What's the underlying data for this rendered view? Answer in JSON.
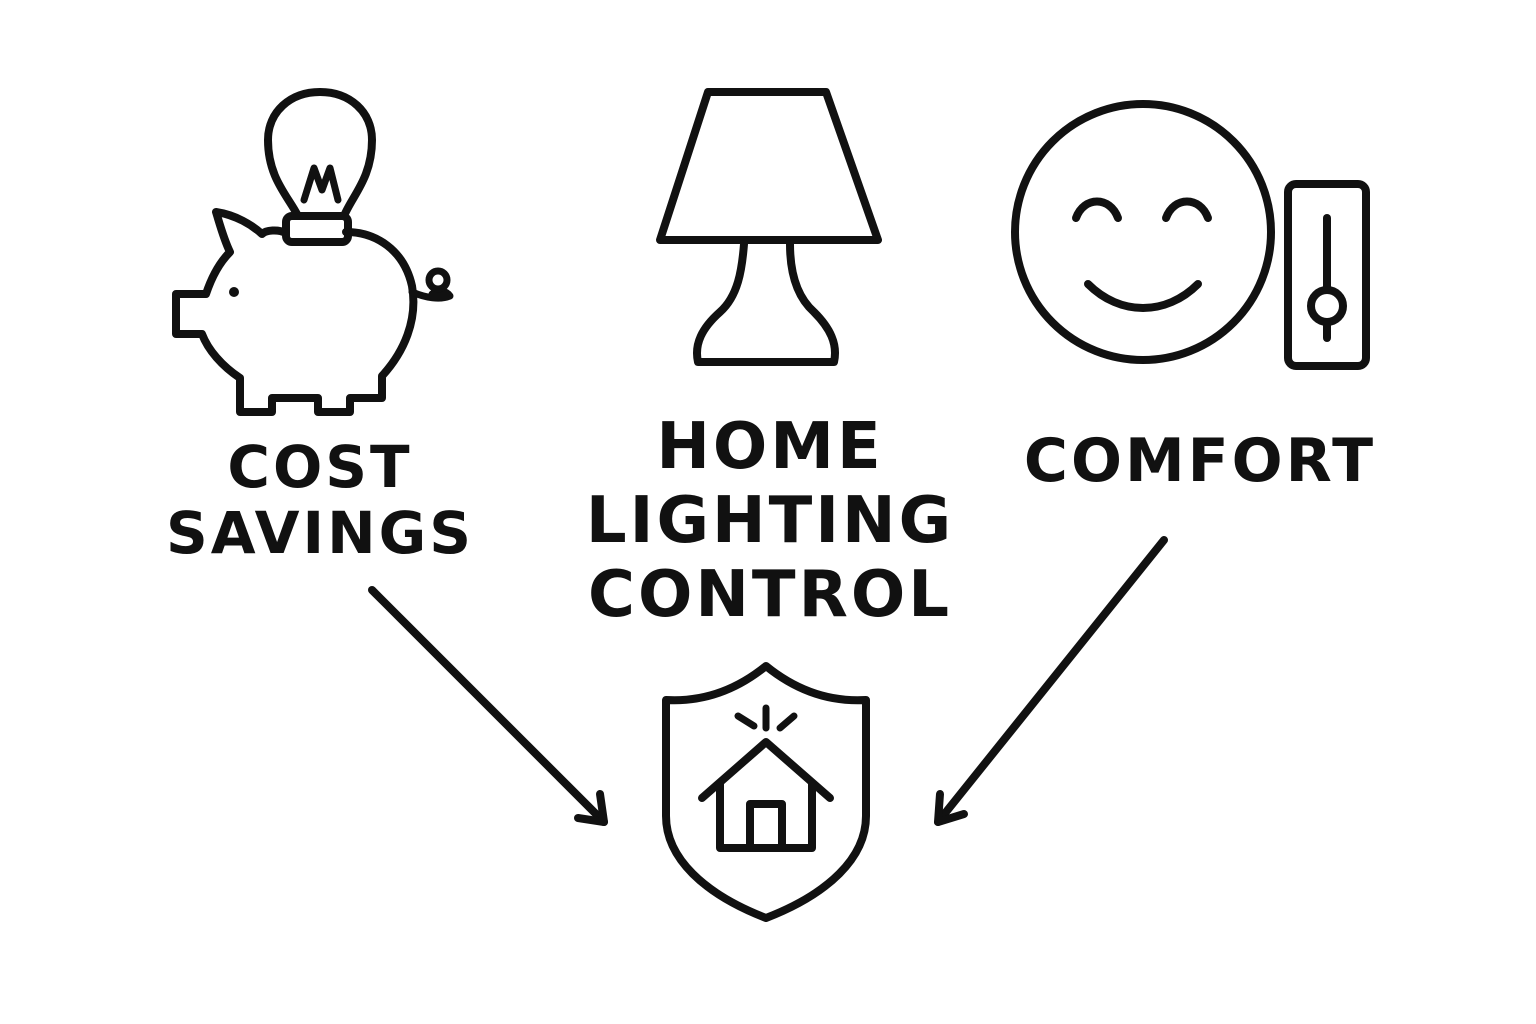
{
  "diagram": {
    "nodes": [
      {
        "id": "cost-savings",
        "label_lines": [
          "COST",
          "SAVINGS"
        ],
        "icon": "piggy-bank-with-light-bulb-icon"
      },
      {
        "id": "home-lighting-control",
        "label_lines": [
          "HOME",
          "LIGHTING",
          "CONTROL"
        ],
        "icon": "table-lamp-icon"
      },
      {
        "id": "comfort",
        "label_lines": [
          "COMFORT"
        ],
        "icon": "smiley-face-with-dimmer-icon"
      },
      {
        "id": "security",
        "label_lines": [],
        "icon": "home-security-shield-icon"
      }
    ],
    "edges": [
      {
        "from": "cost-savings",
        "to": "security",
        "style": "arrow"
      },
      {
        "from": "comfort",
        "to": "security",
        "style": "arrow"
      }
    ]
  },
  "colors": {
    "background": "#ffffff",
    "ink": "#111111"
  }
}
